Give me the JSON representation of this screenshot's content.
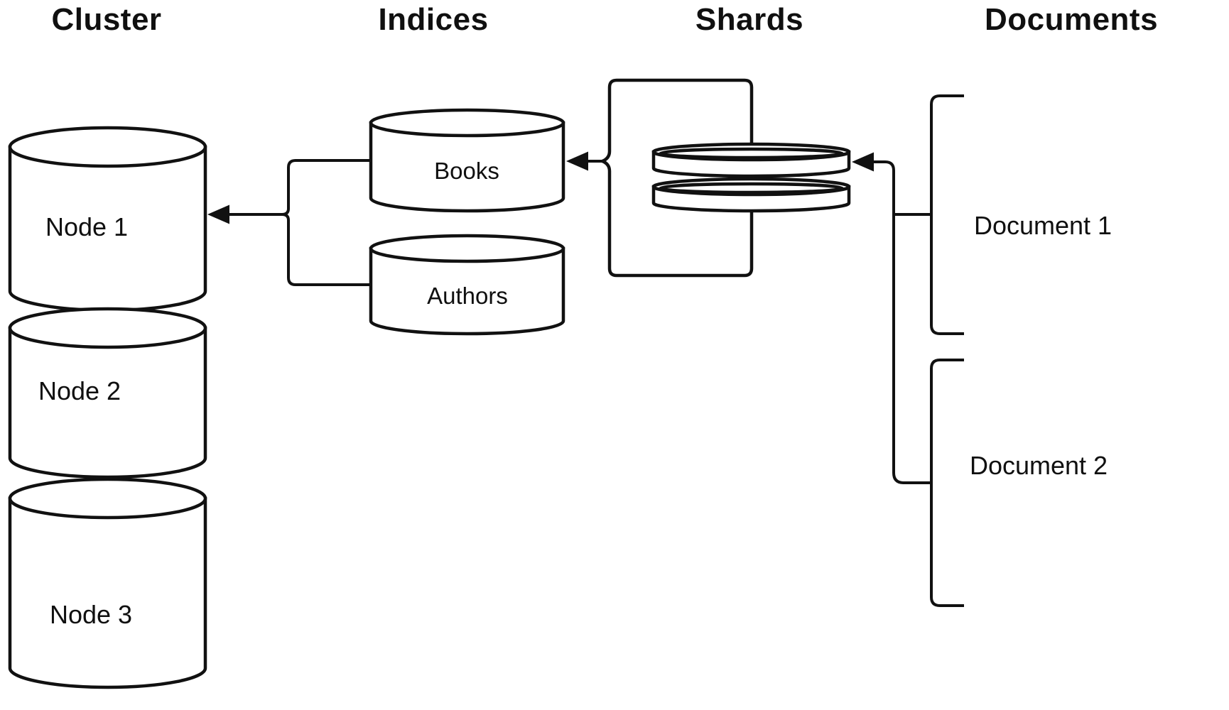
{
  "headers": {
    "cluster": "Cluster",
    "indices": "Indices",
    "shards": "Shards",
    "documents": "Documents"
  },
  "cluster": {
    "nodes": [
      {
        "label": "Node 1"
      },
      {
        "label": "Node 2"
      },
      {
        "label": "Node 3"
      }
    ]
  },
  "indices": {
    "items": [
      {
        "label": "Books"
      },
      {
        "label": "Authors"
      }
    ]
  },
  "shards": {
    "shard_count": 2
  },
  "documents": {
    "items": [
      {
        "label": "Document 1"
      },
      {
        "label": "Document 2"
      }
    ]
  },
  "edges": [
    {
      "from": "documents",
      "to": "shards",
      "style": "arrow-left"
    },
    {
      "from": "shards",
      "to": "indices-books",
      "style": "arrow-left"
    },
    {
      "from": "indices",
      "to": "cluster-node-1",
      "style": "arrow-left"
    }
  ],
  "colors": {
    "background": "#ffffff",
    "stroke": "#111111",
    "shape_fill": "#ffffff",
    "text": "#101010"
  }
}
